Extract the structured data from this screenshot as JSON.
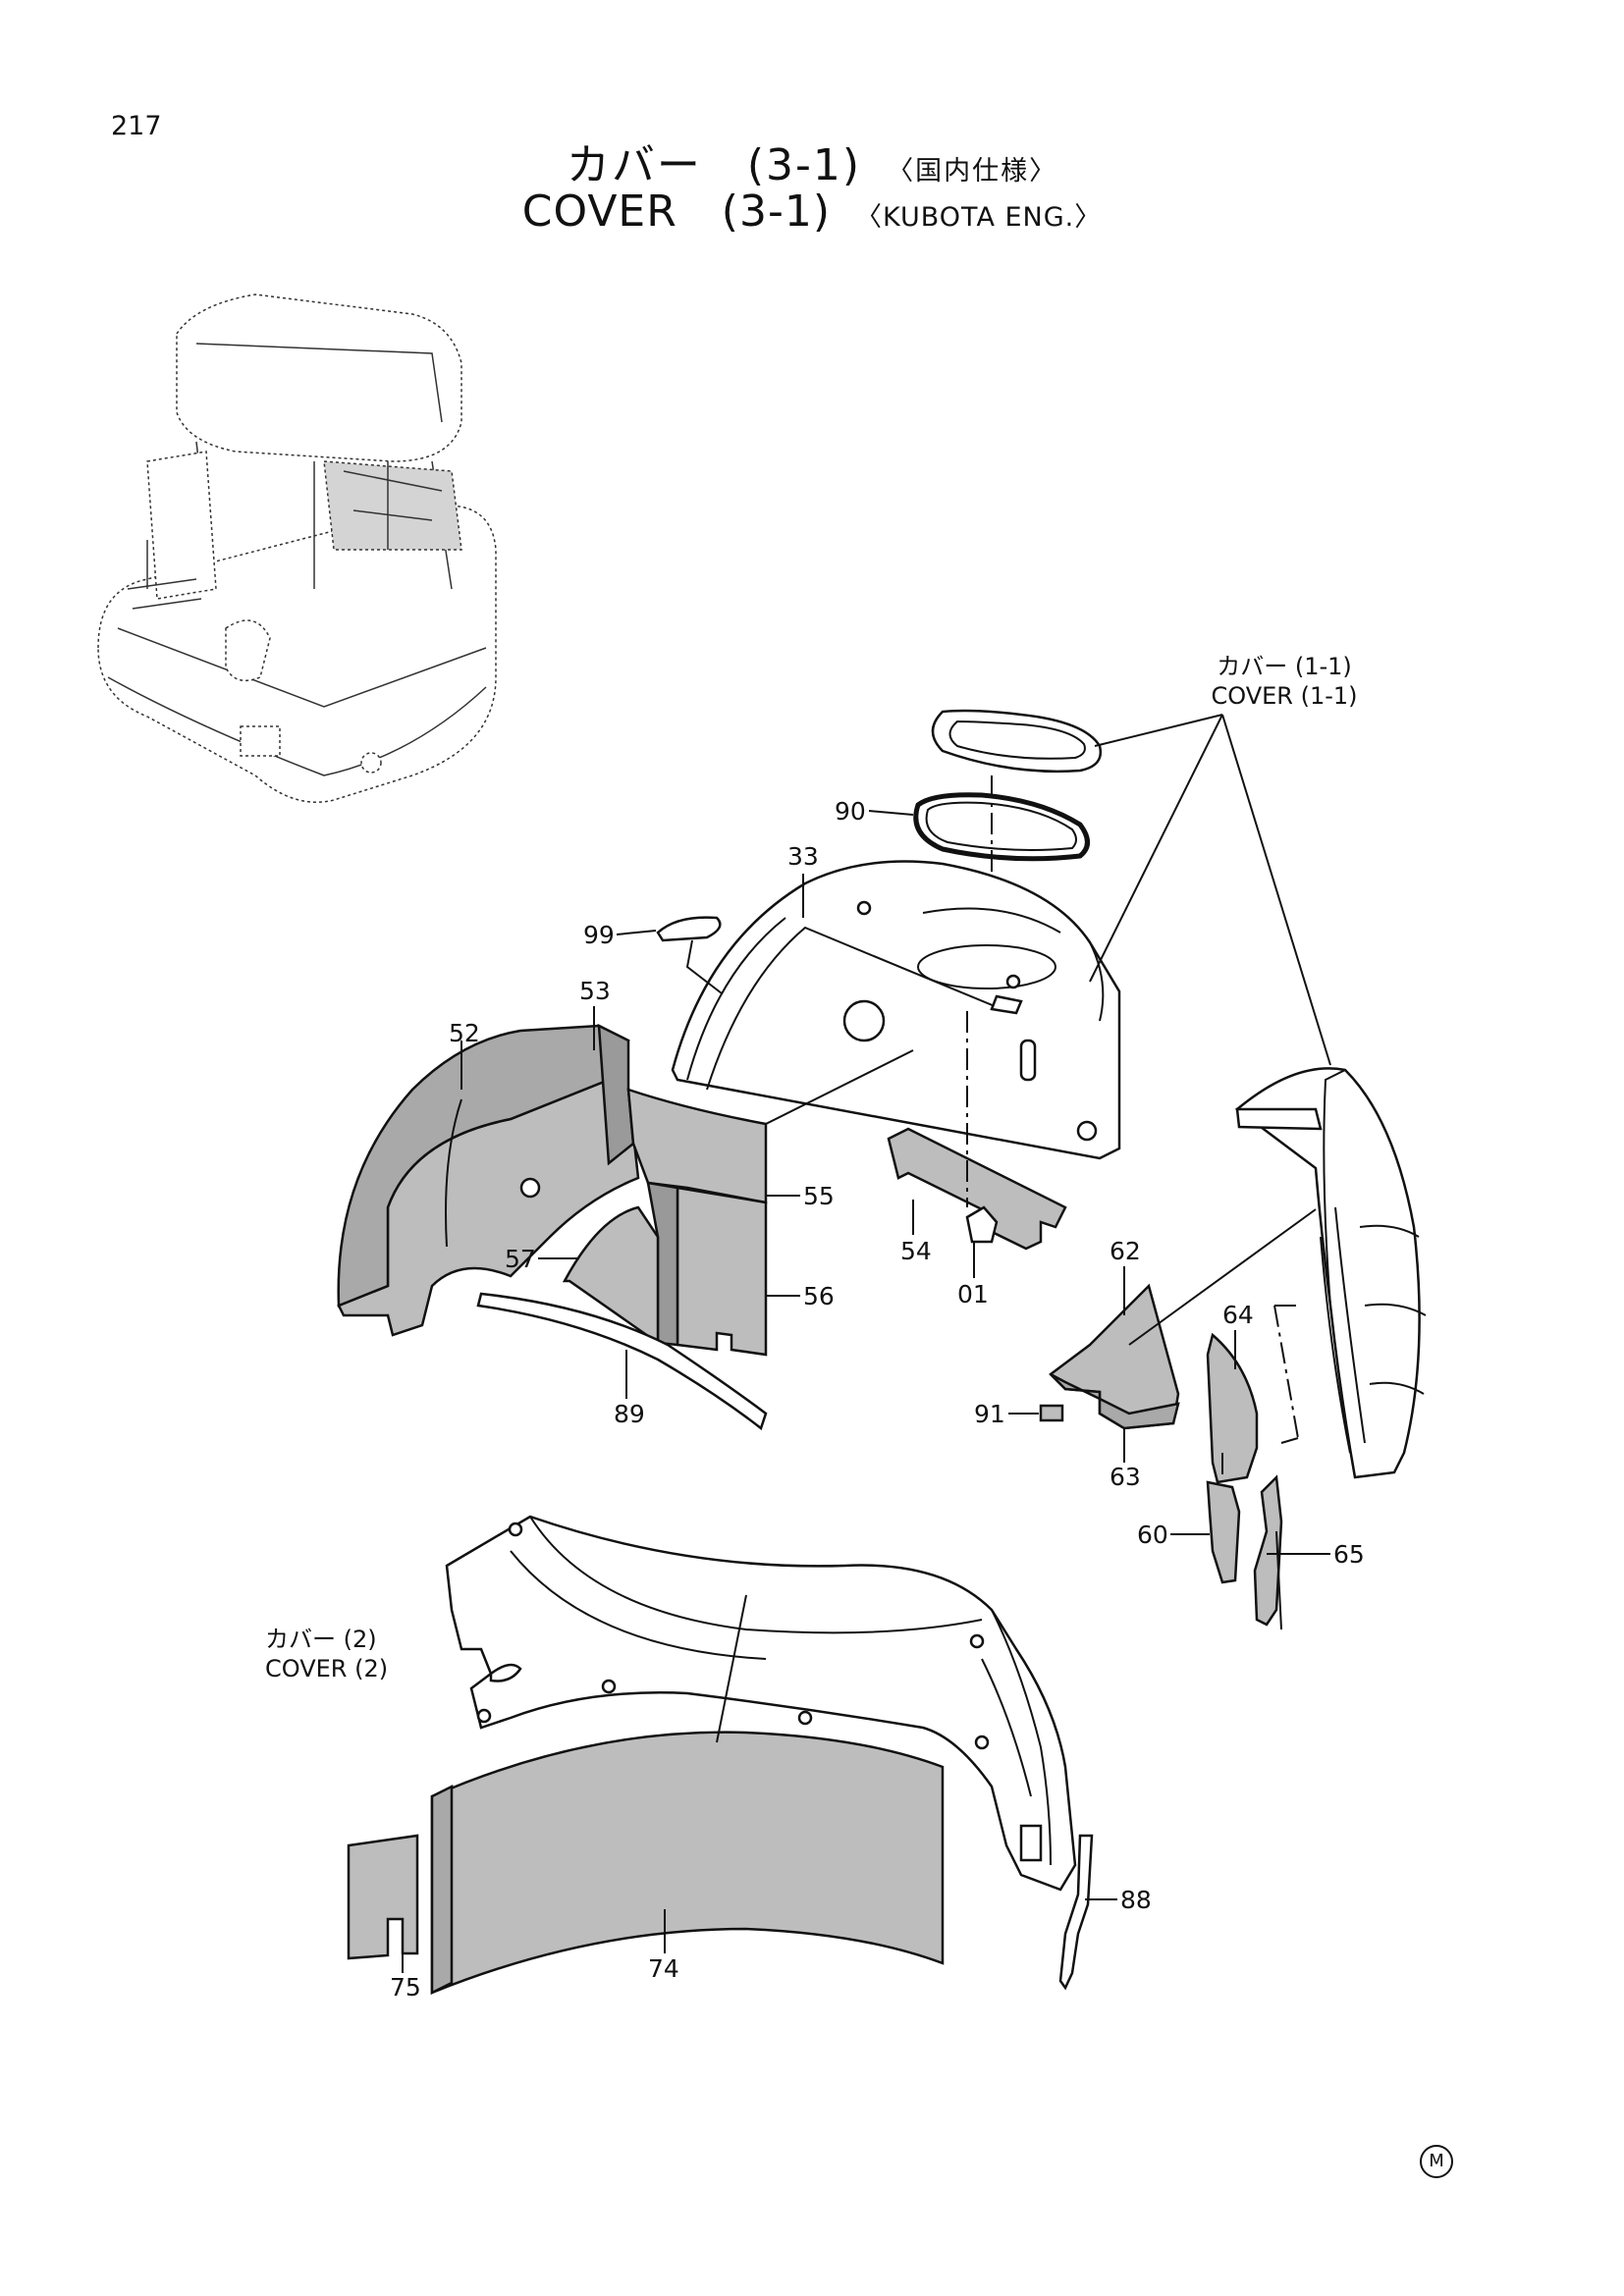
{
  "page_number": "217",
  "title": {
    "jp_main": "カバー",
    "jp_code": "(3-1)",
    "jp_sub": "〈国内仕様〉",
    "en_main": "COVER",
    "en_code": "(3-1)",
    "en_sub": "〈KUBOTA ENG.〉"
  },
  "references": {
    "cover_1_1": {
      "jp": "カバー (1-1)",
      "en": "COVER (1-1)"
    },
    "cover_2": {
      "jp": "カバー (2)",
      "en": "COVER (2)"
    }
  },
  "part_labels": {
    "p90": "90",
    "p33": "33",
    "p99": "99",
    "p53": "53",
    "p52": "52",
    "p55": "55",
    "p56": "56",
    "p57": "57",
    "p89": "89",
    "p54": "54",
    "p01": "01",
    "p62": "62",
    "p64": "64",
    "p91": "91",
    "p63": "63",
    "p60": "60",
    "p65": "65",
    "p88": "88",
    "p75": "75",
    "p74": "74"
  },
  "footer_mark": "M"
}
